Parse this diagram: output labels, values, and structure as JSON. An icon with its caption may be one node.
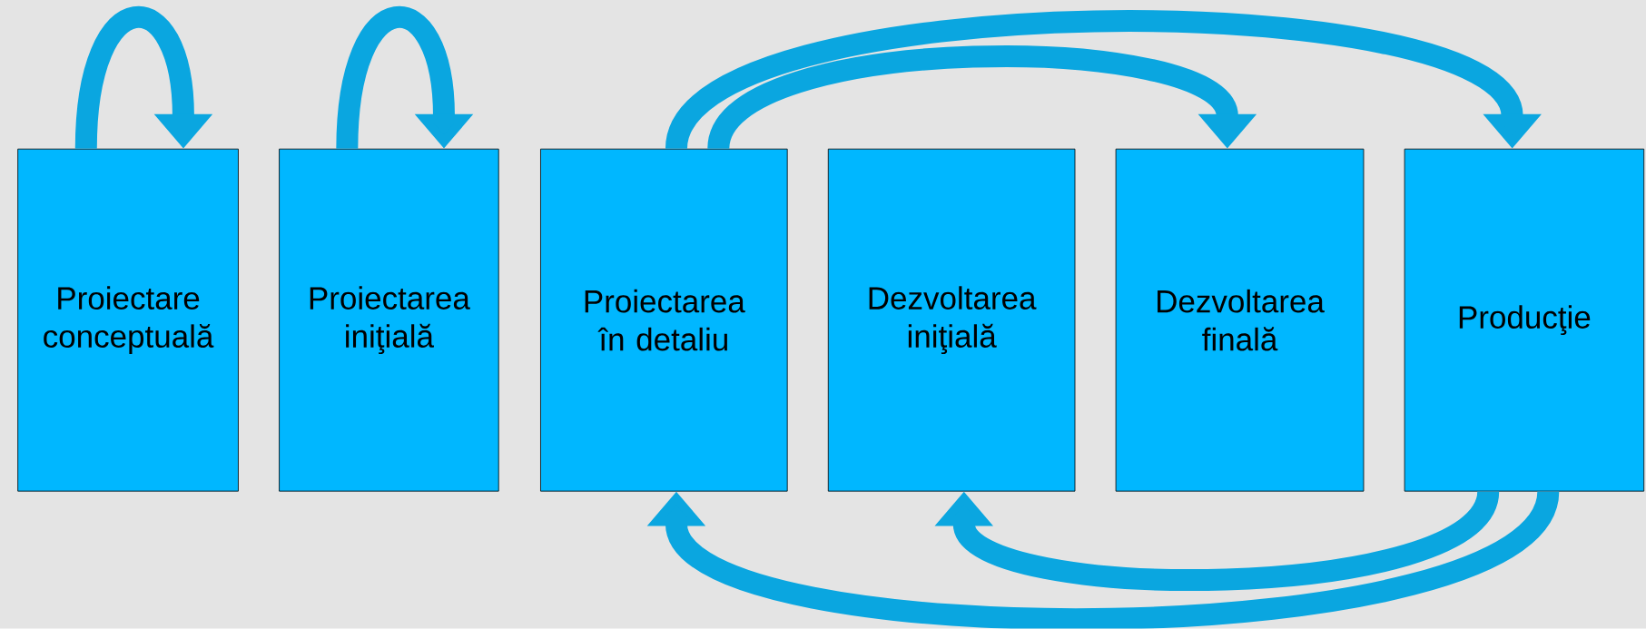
{
  "diagram": {
    "nodes": [
      {
        "text": [
          "Proiectare conceptuală"
        ]
      },
      {
        "text": [
          "Proiectarea iniţială"
        ]
      },
      {
        "text": [
          "Proiectarea în detaliu"
        ]
      },
      {
        "text": [
          "Dezvoltarea iniţială"
        ]
      },
      {
        "text": [
          "Dezvoltarea finală"
        ]
      },
      {
        "text": [
          "Producţie"
        ]
      }
    ],
    "edges": [
      {
        "from": 0,
        "to": 0,
        "arrow": "to"
      },
      {
        "from": 1,
        "to": 1,
        "arrow": "to"
      },
      {
        "from": 2,
        "to": 5,
        "arrow": "to"
      },
      {
        "from": 2,
        "to": 4,
        "arrow": "to"
      },
      {
        "from": 5,
        "to": 2,
        "arrow": "to"
      },
      {
        "from": 5,
        "to": 3,
        "arrow": "to"
      }
    ]
  }
}
